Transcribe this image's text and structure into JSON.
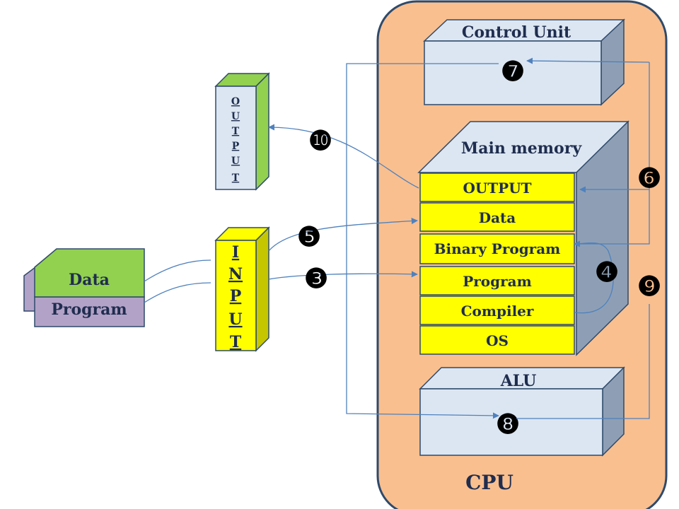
{
  "cpu": {
    "label": "CPU"
  },
  "control_unit": {
    "label": "Control Unit",
    "step": "❼"
  },
  "main_memory": {
    "label": "Main memory",
    "rows": [
      {
        "label": "OUTPUT"
      },
      {
        "label": "Data"
      },
      {
        "label": "Binary Program"
      },
      {
        "label": "Program"
      },
      {
        "label": "Compiler"
      },
      {
        "label": "OS"
      }
    ]
  },
  "alu": {
    "label": "ALU",
    "step": "❽"
  },
  "output_device": {
    "letters": [
      "O",
      "U",
      "T",
      "P",
      "U",
      "T"
    ]
  },
  "input_device": {
    "letters": [
      "I",
      "N",
      "P",
      "U",
      "T"
    ]
  },
  "source": {
    "data_label": "Data",
    "program_label": "Program"
  },
  "steps": {
    "s3": "❸",
    "s4": "❹",
    "s5": "❺",
    "s6": "❻",
    "s9": "❾",
    "s10": "❿"
  },
  "colors": {
    "cpu_fill": "#f9bf8f",
    "box_fill": "#dce6f2",
    "box_side": "#8e9fb5",
    "memory_row": "#ffff00",
    "output_green": "#92d050",
    "input_yellow": "#ffff00",
    "data_green": "#92d050",
    "program_purple": "#b3a2c7",
    "arrow": "#4f81bd"
  }
}
